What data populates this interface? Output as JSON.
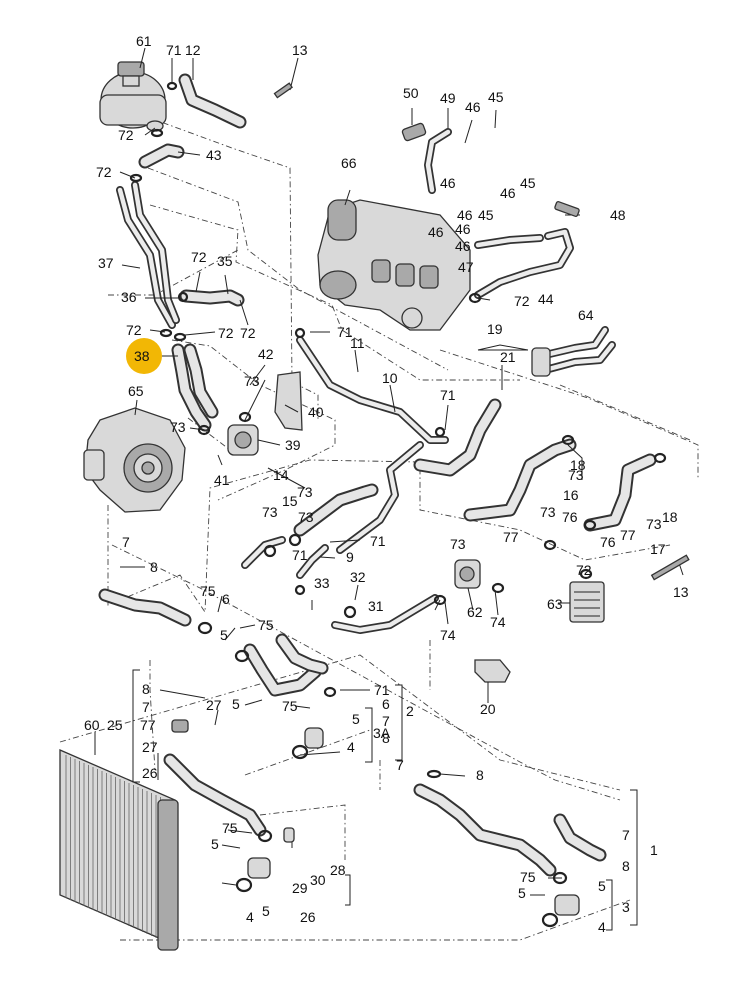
{
  "highlight_color": "#f2b705",
  "callouts": [
    {
      "id": "c61",
      "text": "61"
    },
    {
      "id": "c71a",
      "text": "71"
    },
    {
      "id": "c12",
      "text": "12"
    },
    {
      "id": "c13a",
      "text": "13"
    },
    {
      "id": "c72a",
      "text": "72"
    },
    {
      "id": "c43",
      "text": "43"
    },
    {
      "id": "c72b",
      "text": "72"
    },
    {
      "id": "c37",
      "text": "37"
    },
    {
      "id": "c72c",
      "text": "72"
    },
    {
      "id": "c35",
      "text": "35"
    },
    {
      "id": "c36",
      "text": "36"
    },
    {
      "id": "c72d",
      "text": "72"
    },
    {
      "id": "c72e",
      "text": "72"
    },
    {
      "id": "c72f",
      "text": "72"
    },
    {
      "id": "c38",
      "text": "38"
    },
    {
      "id": "c42",
      "text": "42"
    },
    {
      "id": "c73a",
      "text": "73"
    },
    {
      "id": "c40",
      "text": "40"
    },
    {
      "id": "c65",
      "text": "65"
    },
    {
      "id": "c73b",
      "text": "73"
    },
    {
      "id": "c39",
      "text": "39"
    },
    {
      "id": "c41",
      "text": "41"
    },
    {
      "id": "c50",
      "text": "50"
    },
    {
      "id": "c49",
      "text": "49"
    },
    {
      "id": "c46a",
      "text": "46"
    },
    {
      "id": "c45a",
      "text": "45"
    },
    {
      "id": "c66",
      "text": "66"
    },
    {
      "id": "c46b",
      "text": "46"
    },
    {
      "id": "c46c",
      "text": "46"
    },
    {
      "id": "c45b",
      "text": "45"
    },
    {
      "id": "c46d",
      "text": "46"
    },
    {
      "id": "c45c",
      "text": "45"
    },
    {
      "id": "c46e",
      "text": "46"
    },
    {
      "id": "c46f",
      "text": "46"
    },
    {
      "id": "c46g",
      "text": "46"
    },
    {
      "id": "c48",
      "text": "48"
    },
    {
      "id": "c47",
      "text": "47"
    },
    {
      "id": "c72g",
      "text": "72"
    },
    {
      "id": "c44",
      "text": "44"
    },
    {
      "id": "c64",
      "text": "64"
    },
    {
      "id": "c19",
      "text": "19"
    },
    {
      "id": "c21",
      "text": "21"
    },
    {
      "id": "c71b",
      "text": "71"
    },
    {
      "id": "c11",
      "text": "11"
    },
    {
      "id": "c10",
      "text": "10"
    },
    {
      "id": "c71c",
      "text": "71"
    },
    {
      "id": "c73c",
      "text": "73"
    },
    {
      "id": "c18a",
      "text": "18"
    },
    {
      "id": "c16",
      "text": "16"
    },
    {
      "id": "c14",
      "text": "14"
    },
    {
      "id": "c15",
      "text": "15"
    },
    {
      "id": "c73d",
      "text": "73"
    },
    {
      "id": "c73e",
      "text": "73"
    },
    {
      "id": "c73f",
      "text": "73"
    },
    {
      "id": "c71d",
      "text": "71"
    },
    {
      "id": "c9",
      "text": "9"
    },
    {
      "id": "c71e",
      "text": "71"
    },
    {
      "id": "c73g",
      "text": "73"
    },
    {
      "id": "c76a",
      "text": "76"
    },
    {
      "id": "c73h",
      "text": "73"
    },
    {
      "id": "c18b",
      "text": "18"
    },
    {
      "id": "c77a",
      "text": "77"
    },
    {
      "id": "c76b",
      "text": "76"
    },
    {
      "id": "c77b",
      "text": "77"
    },
    {
      "id": "c17",
      "text": "17"
    },
    {
      "id": "c73i",
      "text": "73"
    },
    {
      "id": "c7a",
      "text": "7"
    },
    {
      "id": "c8a",
      "text": "8"
    },
    {
      "id": "c33",
      "text": "33"
    },
    {
      "id": "c32",
      "text": "32"
    },
    {
      "id": "c31",
      "text": "31"
    },
    {
      "id": "c72h",
      "text": "72"
    },
    {
      "id": "c13b",
      "text": "13"
    },
    {
      "id": "c63",
      "text": "63"
    },
    {
      "id": "c62",
      "text": "62"
    },
    {
      "id": "c74a",
      "text": "74"
    },
    {
      "id": "c74b",
      "text": "74"
    },
    {
      "id": "c75a",
      "text": "75"
    },
    {
      "id": "c6a",
      "text": "6"
    },
    {
      "id": "c5a",
      "text": "5"
    },
    {
      "id": "c75b",
      "text": "75"
    },
    {
      "id": "c20",
      "text": "20"
    },
    {
      "id": "c8b",
      "text": "8"
    },
    {
      "id": "c7b",
      "text": "7"
    },
    {
      "id": "c77c",
      "text": "77"
    },
    {
      "id": "c27a",
      "text": "27"
    },
    {
      "id": "c25",
      "text": "25"
    },
    {
      "id": "c60",
      "text": "60"
    },
    {
      "id": "c27b",
      "text": "27"
    },
    {
      "id": "c26a",
      "text": "26"
    },
    {
      "id": "c5b",
      "text": "5"
    },
    {
      "id": "c75c",
      "text": "75"
    },
    {
      "id": "c71f",
      "text": "71"
    },
    {
      "id": "c6b",
      "text": "6"
    },
    {
      "id": "c7c",
      "text": "7"
    },
    {
      "id": "c8c",
      "text": "8"
    },
    {
      "id": "c2",
      "text": "2"
    },
    {
      "id": "c5c",
      "text": "5"
    },
    {
      "id": "c4a",
      "text": "4"
    },
    {
      "id": "c3A",
      "text": "3A"
    },
    {
      "id": "c7d",
      "text": "7"
    },
    {
      "id": "c8d",
      "text": "8"
    },
    {
      "id": "c75d",
      "text": "75"
    },
    {
      "id": "c5d",
      "text": "5"
    },
    {
      "id": "c28",
      "text": "28"
    },
    {
      "id": "c29",
      "text": "29"
    },
    {
      "id": "c30",
      "text": "30"
    },
    {
      "id": "c4b",
      "text": "4"
    },
    {
      "id": "c5e",
      "text": "5"
    },
    {
      "id": "c26b",
      "text": "26"
    },
    {
      "id": "c7e",
      "text": "7"
    },
    {
      "id": "c8e",
      "text": "8"
    },
    {
      "id": "c1",
      "text": "1"
    },
    {
      "id": "c75e",
      "text": "75"
    },
    {
      "id": "c5f",
      "text": "5"
    },
    {
      "id": "c5g",
      "text": "5"
    },
    {
      "id": "c3",
      "text": "3"
    },
    {
      "id": "c4c",
      "text": "4"
    }
  ]
}
